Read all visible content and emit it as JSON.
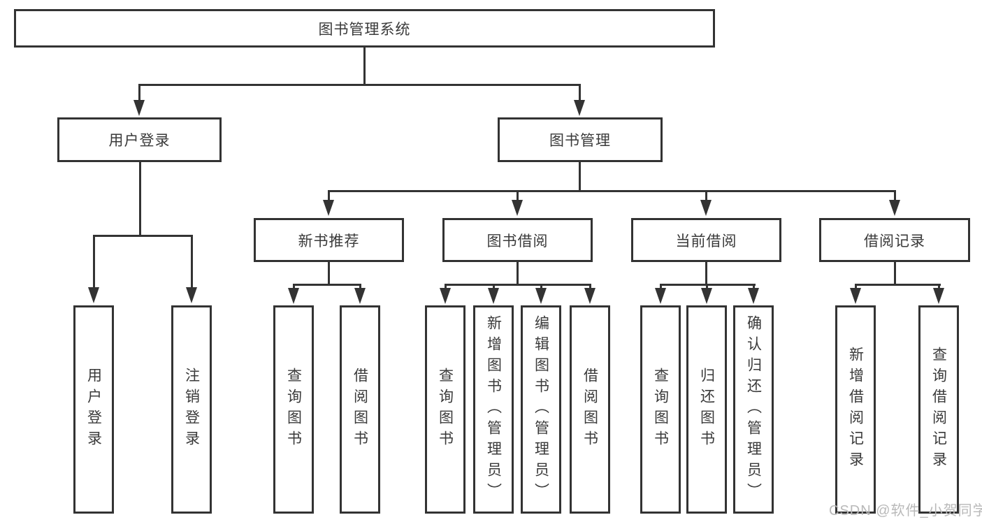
{
  "diagram_title": "图书管理系统",
  "tree": {
    "root": {
      "label": "图书管理系统"
    },
    "branches": [
      {
        "label": "用户登录",
        "children": [
          {
            "label": "用户登录"
          },
          {
            "label": "注销登录"
          }
        ]
      },
      {
        "label": "图书管理",
        "groups": [
          {
            "label": "新书推荐",
            "children": [
              {
                "label": "查询图书"
              },
              {
                "label": "借阅图书"
              }
            ]
          },
          {
            "label": "图书借阅",
            "children": [
              {
                "label": "查询图书"
              },
              {
                "label": "新增图书（管理员）"
              },
              {
                "label": "编辑图书（管理员）"
              },
              {
                "label": "借阅图书"
              }
            ]
          },
          {
            "label": "当前借阅",
            "children": [
              {
                "label": "查询图书"
              },
              {
                "label": "归还图书"
              },
              {
                "label": "确认归还（管理员）"
              }
            ]
          },
          {
            "label": "借阅记录",
            "children": [
              {
                "label": "新增借阅记录"
              },
              {
                "label": "查询借阅记录"
              }
            ]
          }
        ]
      }
    ]
  },
  "watermark": "CSDN @软件_小贺同学",
  "colors": {
    "line": "#333333",
    "text": "#3a3a3a",
    "watermark": "#b9b9b9",
    "background": "#ffffff"
  }
}
